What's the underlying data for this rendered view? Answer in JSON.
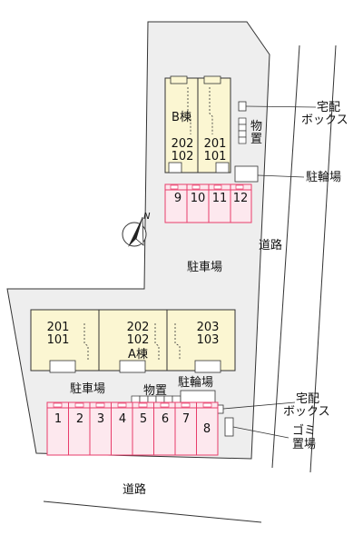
{
  "building_b": {
    "name": "B棟",
    "units": [
      "202",
      "102",
      "201",
      "101"
    ]
  },
  "building_a": {
    "name": "A棟",
    "units": [
      "201",
      "101",
      "202",
      "102",
      "203",
      "103"
    ]
  },
  "parking_top": {
    "spaces": [
      "9",
      "10",
      "11",
      "12"
    ]
  },
  "parking_bottom": {
    "spaces": [
      "1",
      "2",
      "3",
      "4",
      "5",
      "6",
      "7",
      "8"
    ]
  },
  "labels": {
    "delivery_box_top_1": "宅配",
    "delivery_box_top_2": "ボックス",
    "storage_top_1": "物",
    "storage_top_2": "置",
    "bicycle_top": "駐輪場",
    "road_right": "道路",
    "parking_center": "駐車場",
    "parking_lower": "駐車場",
    "storage_bottom": "物置",
    "bicycle_bottom": "駐輪場",
    "delivery_box_bottom_1": "宅配",
    "delivery_box_bottom_2": "ボックス",
    "garbage_1": "ゴミ",
    "garbage_2": "置場",
    "road_bottom": "道路",
    "north": "N"
  },
  "colors": {
    "lot": "#eeeeee",
    "building": "#fbf6d2",
    "parking_fill": "#fde8ee",
    "parking_stroke": "#e83d6b",
    "line": "#333333"
  }
}
